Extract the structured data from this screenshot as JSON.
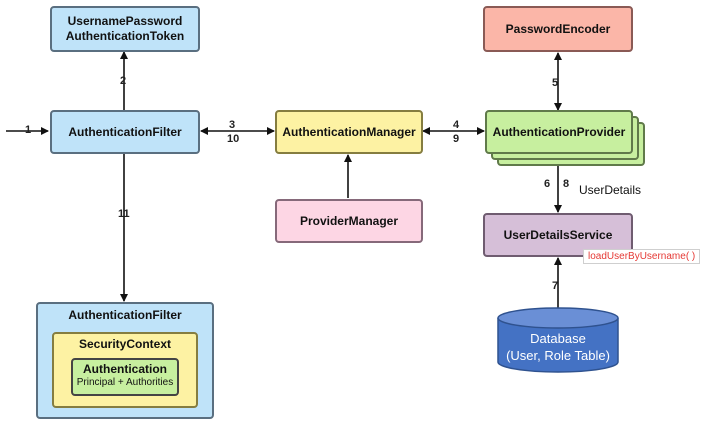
{
  "nodes": {
    "token": "UsernamePassword\nAuthenticationToken",
    "filter": "AuthenticationFilter",
    "encoder": "PasswordEncoder",
    "manager": "AuthenticationManager",
    "provider": "AuthenticationProvider",
    "provider_manager": "ProviderManager",
    "user_details_service": "UserDetailsService",
    "filter_bottom": "AuthenticationFilter",
    "security_context": "SecurityContext",
    "authentication": "Authentication",
    "principal": "Principal + Authorities",
    "database": "Database\n(User, Role Table)"
  },
  "labels": {
    "user_details": "UserDetails",
    "load_method": "loadUserByUsername( )"
  },
  "steps": {
    "s1": "1",
    "s2": "2",
    "s3": "3",
    "s10": "10",
    "s4": "4",
    "s9": "9",
    "s5": "5",
    "s6": "6",
    "s8": "8",
    "s7": "7",
    "s11": "11"
  },
  "colors": {
    "blue": "#bfe3f9",
    "red": "#fbb6a8",
    "yellow": "#fdf2a3",
    "green": "#c7ef9f",
    "pink": "#fdd6e4",
    "purple": "#d6bfd8",
    "database": "#4472c4"
  }
}
